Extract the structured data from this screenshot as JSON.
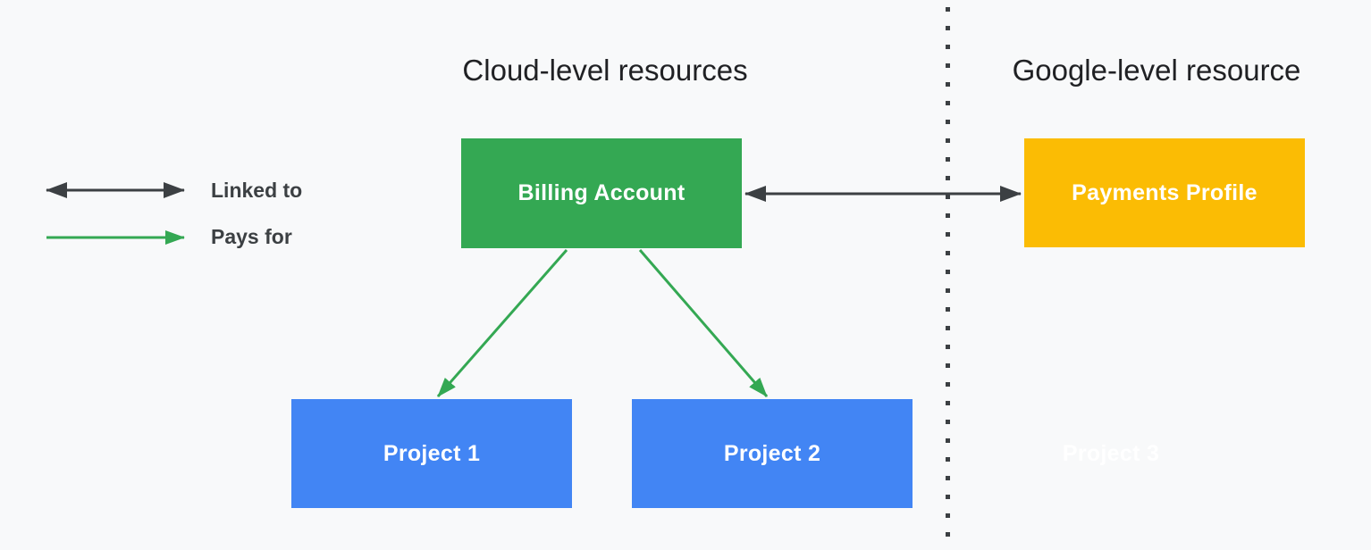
{
  "diagram": {
    "titles": {
      "left": "Cloud-level resources",
      "right": "Google-level resource"
    },
    "legend": {
      "items": [
        {
          "label": "Linked to",
          "arrow_style": "double-headed",
          "color_key": "arrow_dark"
        },
        {
          "label": "Pays for",
          "arrow_style": "single-headed",
          "color_key": "green"
        }
      ]
    },
    "nodes": {
      "billing_account": {
        "label": "Billing Account",
        "section": "cloud-level",
        "color_key": "green"
      },
      "payments_profile": {
        "label": "Payments Profile",
        "section": "google-level",
        "color_key": "yellow"
      },
      "project_1": {
        "label": "Project 1",
        "section": "cloud-level",
        "color_key": "blue"
      },
      "project_2": {
        "label": "Project 2",
        "section": "cloud-level",
        "color_key": "blue"
      },
      "project_3": {
        "label": "Project 3",
        "section": "google-level",
        "color_key": "ghost_white"
      }
    },
    "edges": [
      {
        "from": "billing_account",
        "to": "payments_profile",
        "relation": "Linked to",
        "arrow_style": "double-headed",
        "color_key": "arrow_dark"
      },
      {
        "from": "billing_account",
        "to": "project_1",
        "relation": "Pays for",
        "arrow_style": "single-headed",
        "color_key": "green"
      },
      {
        "from": "billing_account",
        "to": "project_2",
        "relation": "Pays for",
        "arrow_style": "single-headed",
        "color_key": "green"
      }
    ]
  },
  "colors": {
    "background": "#F8F9FA",
    "green": "#34A853",
    "blue": "#4285F4",
    "yellow": "#FBBC04",
    "arrow_dark": "#3C4043",
    "heading_text": "#202124",
    "legend_text": "#3C4043",
    "node_text": "#FFFFFF"
  }
}
